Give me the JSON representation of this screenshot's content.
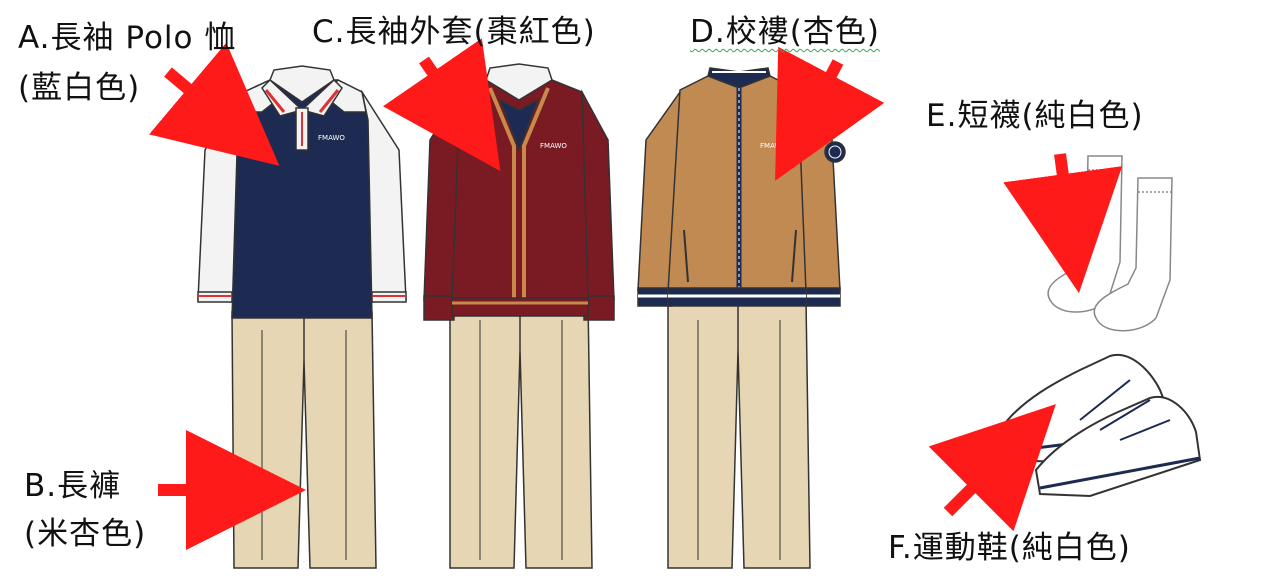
{
  "labels": {
    "a_line1": "A.長袖 Polo 恤",
    "a_line2": "(藍白色)",
    "b_line1": "B.長褲",
    "b_line2": "(米杏色)",
    "c_line1": "C.長袖外套(棗紅色)",
    "d_line1": "D.校褸(杏色)",
    "e_line1": "E.短襪(純白色)",
    "f_line1": "F.運動鞋(純白色)"
  },
  "logo_text": "FMAWO",
  "colors": {
    "arrow": "#ff1a1a",
    "polo_navy": "#1d2b52",
    "polo_sleeve": "#f3f3f3",
    "cardigan": "#7a1a22",
    "jacket": "#c08a52",
    "trouser": "#e6d6b4",
    "outline": "#333333"
  },
  "icons": [
    "arrow-icon",
    "polo-shirt-icon",
    "trousers-icon",
    "cardigan-icon",
    "jacket-icon",
    "socks-icon",
    "sneakers-icon"
  ]
}
